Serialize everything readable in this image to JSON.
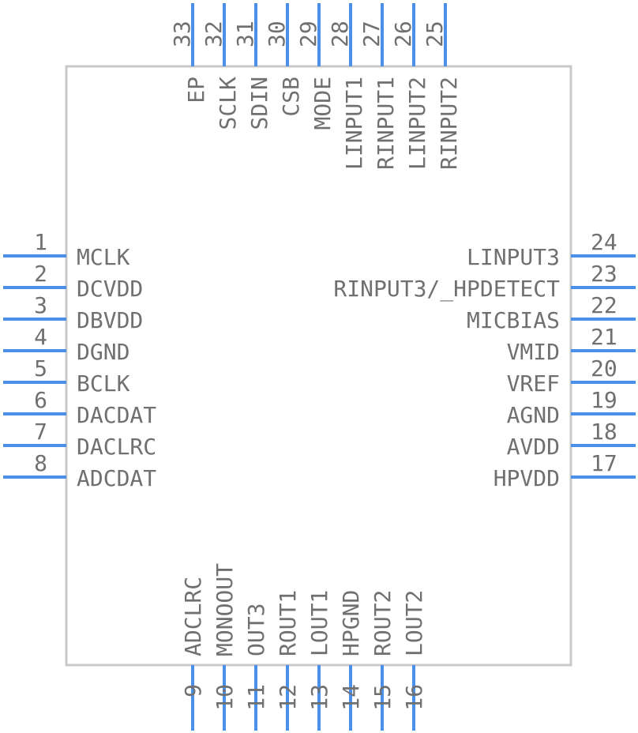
{
  "colors": {
    "pin": "#4a8fe8",
    "body_border": "#c8c8c8",
    "text": "#707070"
  },
  "pins": {
    "left": [
      {
        "num": "1",
        "name": "MCLK"
      },
      {
        "num": "2",
        "name": "DCVDD"
      },
      {
        "num": "3",
        "name": "DBVDD"
      },
      {
        "num": "4",
        "name": "DGND"
      },
      {
        "num": "5",
        "name": "BCLK"
      },
      {
        "num": "6",
        "name": "DACDAT"
      },
      {
        "num": "7",
        "name": "DACLRC"
      },
      {
        "num": "8",
        "name": "ADCDAT"
      }
    ],
    "bottom": [
      {
        "num": "9",
        "name": "ADCLRC"
      },
      {
        "num": "10",
        "name": "MONOOUT"
      },
      {
        "num": "11",
        "name": "OUT3"
      },
      {
        "num": "12",
        "name": "ROUT1"
      },
      {
        "num": "13",
        "name": "LOUT1"
      },
      {
        "num": "14",
        "name": "HPGND"
      },
      {
        "num": "15",
        "name": "ROUT2"
      },
      {
        "num": "16",
        "name": "LOUT2"
      }
    ],
    "right": [
      {
        "num": "17",
        "name": "HPVDD"
      },
      {
        "num": "18",
        "name": "AVDD"
      },
      {
        "num": "19",
        "name": "AGND"
      },
      {
        "num": "20",
        "name": "VREF"
      },
      {
        "num": "21",
        "name": "VMID"
      },
      {
        "num": "22",
        "name": "MICBIAS"
      },
      {
        "num": "23",
        "name": "RINPUT3/_HPDETECT"
      },
      {
        "num": "24",
        "name": "LINPUT3"
      }
    ],
    "top": [
      {
        "num": "25",
        "name": "RINPUT2"
      },
      {
        "num": "26",
        "name": "LINPUT2"
      },
      {
        "num": "27",
        "name": "RINPUT1"
      },
      {
        "num": "28",
        "name": "LINPUT1"
      },
      {
        "num": "29",
        "name": "MODE"
      },
      {
        "num": "30",
        "name": "CSB"
      },
      {
        "num": "31",
        "name": "SDIN"
      },
      {
        "num": "32",
        "name": "SCLK"
      },
      {
        "num": "33",
        "name": "EP"
      }
    ]
  }
}
